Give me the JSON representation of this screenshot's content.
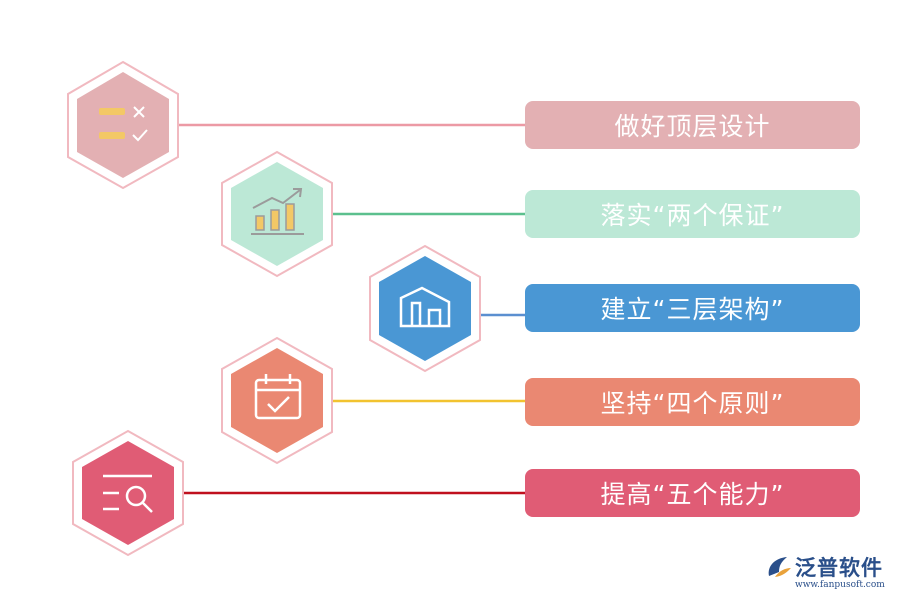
{
  "items": [
    {
      "label": "做好顶层设计",
      "icon": "checklist-icon",
      "color": "#e3b0b3",
      "line_color": "#ec9aa5"
    },
    {
      "label": "落实“两个保证”",
      "icon": "growth-chart-icon",
      "color": "#bce8d6",
      "line_color": "#5cc08e"
    },
    {
      "label": "建立“三层架构”",
      "icon": "building-icon",
      "color": "#4a97d4",
      "line_color": "#5b8fd0"
    },
    {
      "label": "坚持“四个原则”",
      "icon": "calendar-check-icon",
      "color": "#ea8872",
      "line_color": "#f2c32f"
    },
    {
      "label": "提高“五个能力”",
      "icon": "search-list-icon",
      "color": "#e05c75",
      "line_color": "#c0101e"
    }
  ],
  "logo": {
    "name": "泛普软件",
    "url": "www.fanpusoft.com"
  }
}
